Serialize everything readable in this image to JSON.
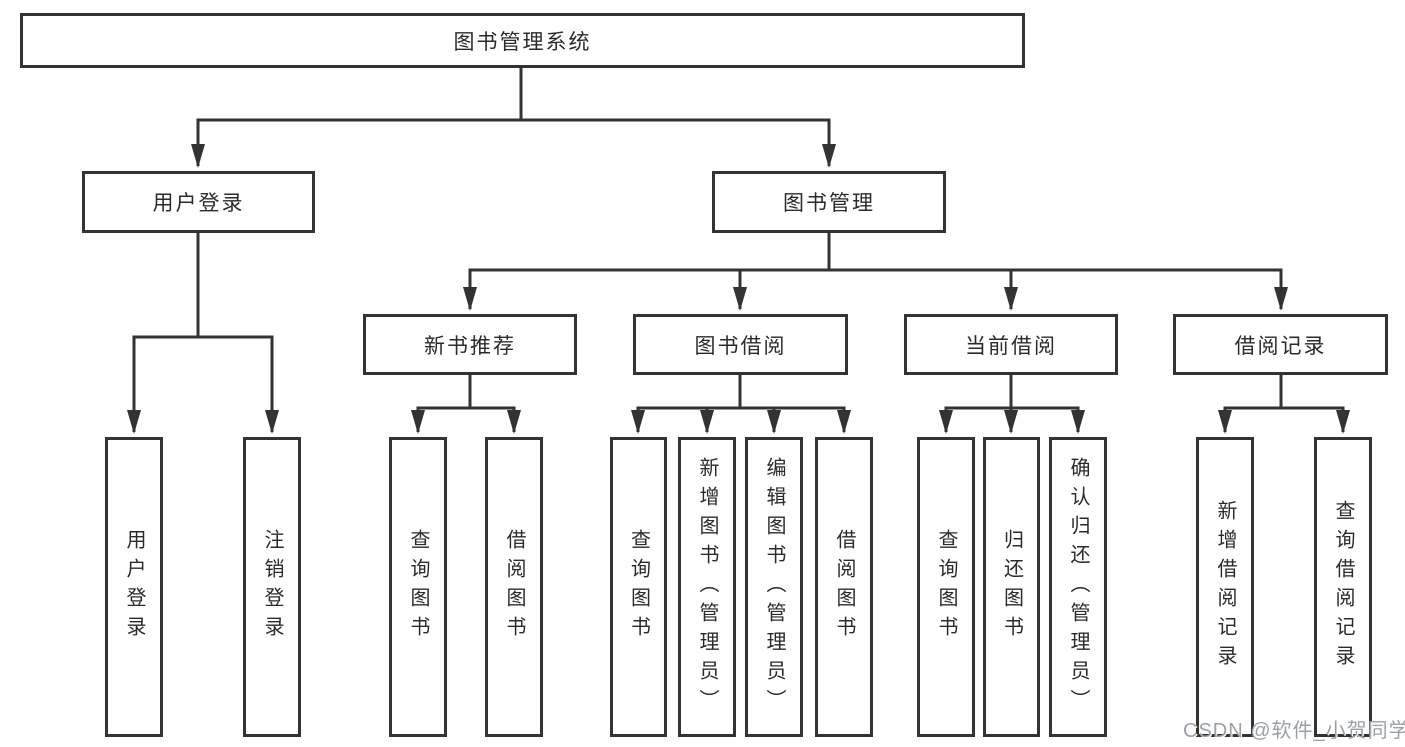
{
  "tree": {
    "root": {
      "label": "图书管理系统"
    },
    "branches": [
      {
        "label": "用户登录",
        "children": [
          {
            "label": "用户登录"
          },
          {
            "label": "注销登录"
          }
        ]
      },
      {
        "label": "图书管理",
        "children": [
          {
            "label": "新书推荐",
            "children": [
              {
                "label": "查询图书"
              },
              {
                "label": "借阅图书"
              }
            ]
          },
          {
            "label": "图书借阅",
            "children": [
              {
                "label": "查询图书"
              },
              {
                "label": "新增图书（管理员）"
              },
              {
                "label": "编辑图书（管理员）"
              },
              {
                "label": "借阅图书"
              }
            ]
          },
          {
            "label": "当前借阅",
            "children": [
              {
                "label": "查询图书"
              },
              {
                "label": "归还图书"
              },
              {
                "label": "确认归还（管理员）"
              }
            ]
          },
          {
            "label": "借阅记录",
            "children": [
              {
                "label": "新增借阅记录"
              },
              {
                "label": "查询借阅记录"
              }
            ]
          }
        ]
      }
    ]
  },
  "watermark": {
    "text": "CSDN @软件_小贺同学"
  },
  "colors": {
    "line": "#333333",
    "box_border": "#333333",
    "text": "#2b2b2b",
    "watermark": "#9ba0a8",
    "background": "#ffffff"
  }
}
